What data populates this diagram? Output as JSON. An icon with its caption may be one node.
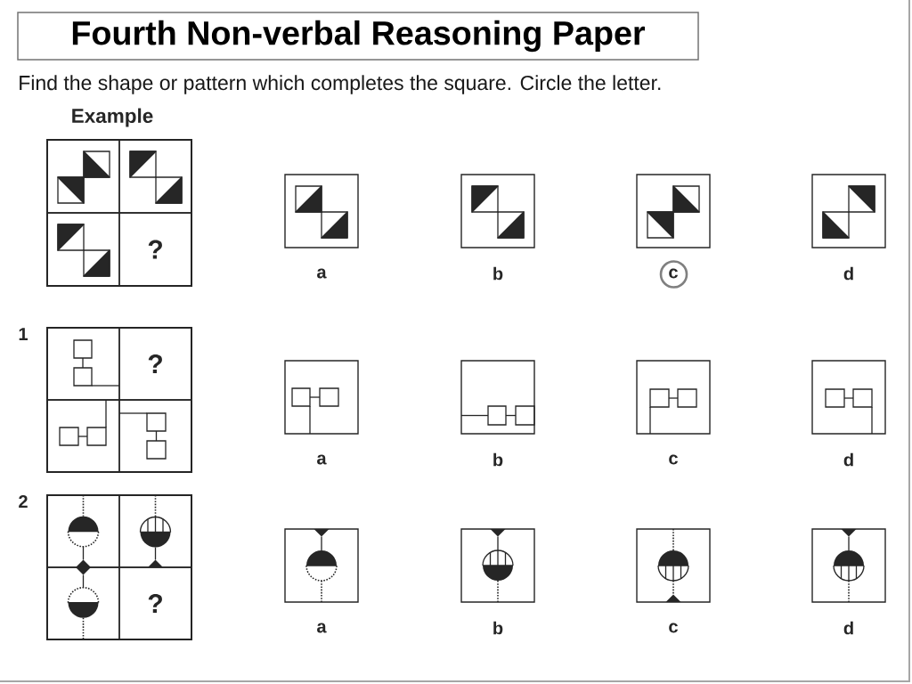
{
  "diagram": {
    "title": "Fourth Non-verbal Reasoning Paper",
    "nodes": [
      {
        "text": [],
        "shape": "box",
        "beside": [
          "Example"
        ]
      },
      {
        "text": [],
        "shape": "box",
        "in": 0
      },
      {
        "text": [],
        "shape": "box",
        "in": 0
      },
      {
        "text": [],
        "shape": "box",
        "in": 0
      },
      {
        "text": [
          "?"
        ],
        "in": 0
      },
      {
        "text": [],
        "shape": "box",
        "beside": [
          "a"
        ]
      },
      {
        "text": [],
        "shape": "box",
        "beside": [
          "b"
        ]
      },
      {
        "text": [],
        "shape": "box",
        "beside": [
          "c"
        ]
      },
      {
        "text": [],
        "shape": "box",
        "beside": [
          "d"
        ]
      },
      {
        "text": [],
        "shape": "box",
        "beside": [
          "1"
        ]
      },
      {
        "text": [],
        "shape": "box",
        "in": 9
      },
      {
        "text": [
          "?"
        ],
        "in": 9
      },
      {
        "text": [],
        "shape": "box",
        "in": 9
      },
      {
        "text": [],
        "shape": "box",
        "in": 9
      },
      {
        "text": [],
        "shape": "box",
        "beside": [
          "a"
        ]
      },
      {
        "text": [],
        "shape": "box",
        "beside": [
          "b"
        ]
      },
      {
        "text": [],
        "shape": "box",
        "beside": [
          "c"
        ]
      },
      {
        "text": [],
        "shape": "box",
        "beside": [
          "d"
        ]
      },
      {
        "text": [],
        "shape": "box",
        "beside": [
          "2"
        ]
      },
      {
        "text": [],
        "shape": "box",
        "in": 18
      },
      {
        "text": [],
        "shape": "box",
        "in": 18
      },
      {
        "text": [],
        "shape": "box",
        "in": 18
      },
      {
        "text": [
          "?"
        ],
        "in": 18
      },
      {
        "text": [],
        "shape": "box",
        "beside": [
          "a"
        ]
      },
      {
        "text": [],
        "shape": "box",
        "beside": [
          "b"
        ]
      },
      {
        "text": [],
        "shape": "box",
        "beside": [
          "c"
        ]
      },
      {
        "text": [],
        "shape": "box",
        "beside": [
          "d"
        ]
      }
    ],
    "labels": [
      "Find the shape or pattern which completes the square. Circle the letter."
    ]
  }
}
